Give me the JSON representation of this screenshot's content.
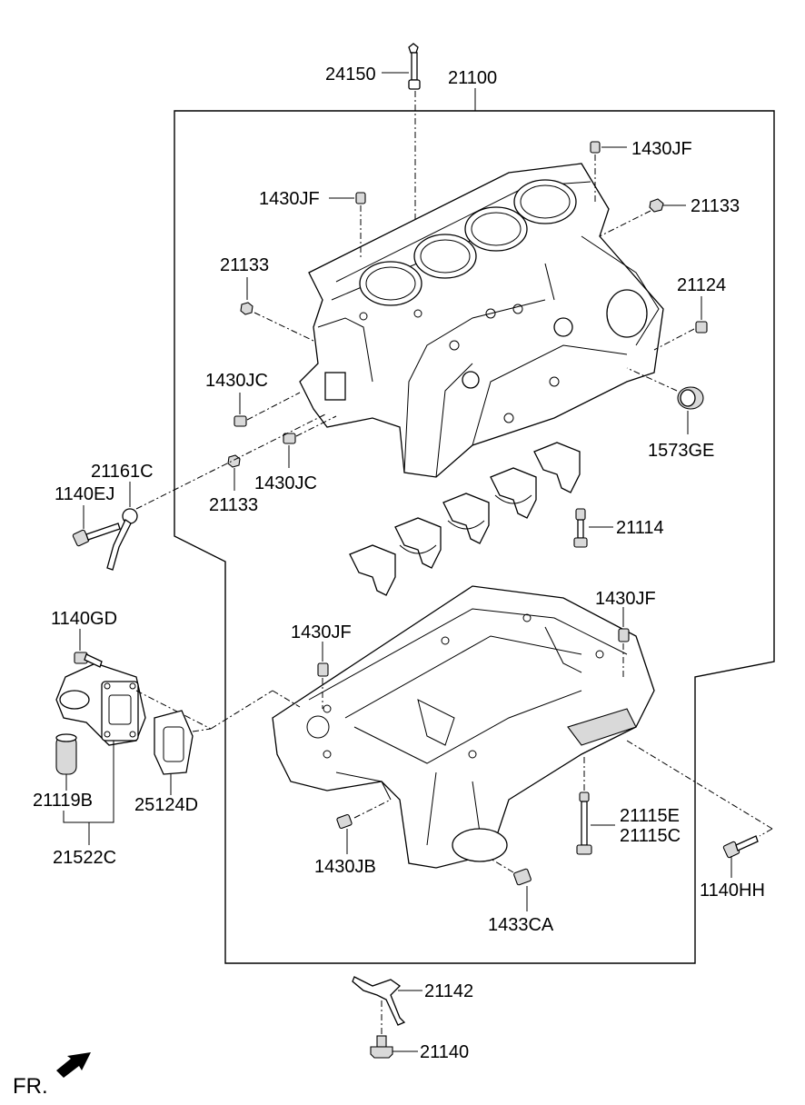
{
  "diagram": {
    "labels": {
      "p24150": "24150",
      "p21100": "21100",
      "p1430JF_a": "1430JF",
      "p1430JF_b": "1430JF",
      "p21133_a": "21133",
      "p21133_b": "21133",
      "p21133_c": "21133",
      "p21124": "21124",
      "p1430JC_a": "1430JC",
      "p1430JC_b": "1430JC",
      "p1573GE": "1573GE",
      "p21161C": "21161C",
      "p1140EJ": "1140EJ",
      "p21114": "21114",
      "p1430JF_c": "1430JF",
      "p1430JF_d": "1430JF",
      "p1140GD": "1140GD",
      "p21119B": "21119B",
      "p25124D": "25124D",
      "p21522C": "21522C",
      "p1430JB": "1430JB",
      "p21115E": "21115E",
      "p21115C": "21115C",
      "p1140HH": "1140HH",
      "p1433CA": "1433CA",
      "p21142": "21142",
      "p21140": "21140",
      "fr": "FR."
    },
    "colors": {
      "line": "#000000",
      "background": "#ffffff",
      "shade": "#d9d9d9"
    }
  }
}
